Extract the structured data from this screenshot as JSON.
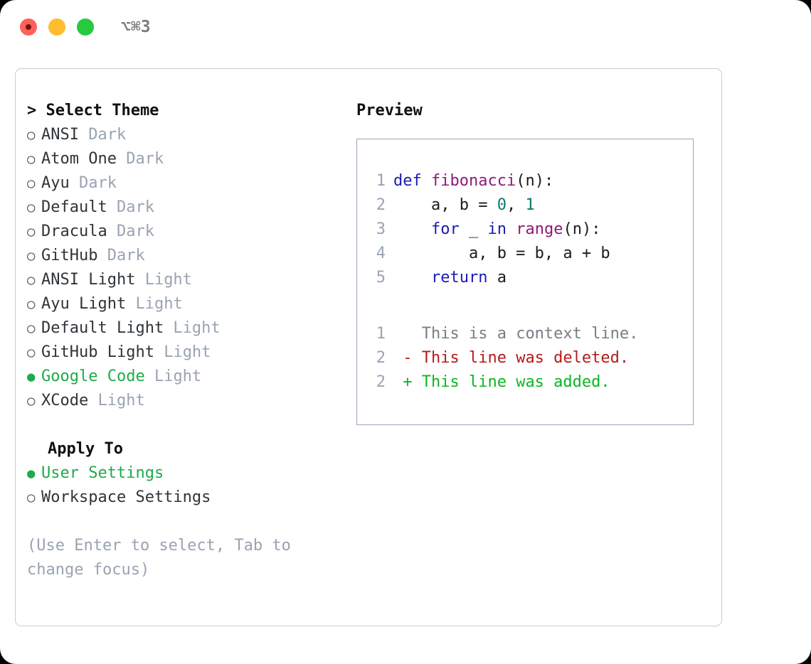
{
  "titlebar": {
    "shortcut": "⌥⌘3",
    "buttons": {
      "close": "close",
      "minimize": "minimize",
      "maximize": "maximize"
    }
  },
  "theme_picker": {
    "heading": "> Select Theme",
    "bullet_unselected": "○",
    "bullet_selected": "●",
    "items": [
      {
        "label": "ANSI",
        "variant": "Dark",
        "selected": false
      },
      {
        "label": "Atom One",
        "variant": "Dark",
        "selected": false
      },
      {
        "label": "Ayu",
        "variant": "Dark",
        "selected": false
      },
      {
        "label": "Default",
        "variant": "Dark",
        "selected": false
      },
      {
        "label": "Dracula",
        "variant": "Dark",
        "selected": false
      },
      {
        "label": "GitHub",
        "variant": "Dark",
        "selected": false
      },
      {
        "label": "ANSI Light",
        "variant": "Light",
        "selected": false
      },
      {
        "label": "Ayu Light",
        "variant": "Light",
        "selected": false
      },
      {
        "label": "Default Light",
        "variant": "Light",
        "selected": false
      },
      {
        "label": "GitHub Light",
        "variant": "Light",
        "selected": false
      },
      {
        "label": "Google Code",
        "variant": "Light",
        "selected": true
      },
      {
        "label": "XCode",
        "variant": "Light",
        "selected": false
      }
    ]
  },
  "apply_to": {
    "heading": "Apply To",
    "items": [
      {
        "label": "User Settings",
        "selected": true
      },
      {
        "label": "Workspace Settings",
        "selected": false
      }
    ]
  },
  "hint": "(Use Enter to select, Tab to change focus)",
  "preview": {
    "heading": "Preview",
    "code_lines": [
      {
        "number": "1",
        "tokens": [
          {
            "text": "def ",
            "type": "kw"
          },
          {
            "text": "fibonacci",
            "type": "fn"
          },
          {
            "text": "(n):",
            "type": "plain"
          }
        ]
      },
      {
        "number": "2",
        "tokens": [
          {
            "text": "    a, b = ",
            "type": "plain"
          },
          {
            "text": "0",
            "type": "num"
          },
          {
            "text": ", ",
            "type": "plain"
          },
          {
            "text": "1",
            "type": "num"
          }
        ]
      },
      {
        "number": "3",
        "tokens": [
          {
            "text": "    ",
            "type": "plain"
          },
          {
            "text": "for",
            "type": "kw"
          },
          {
            "text": " _ ",
            "type": "plain"
          },
          {
            "text": "in",
            "type": "kw"
          },
          {
            "text": " ",
            "type": "plain"
          },
          {
            "text": "range",
            "type": "fn"
          },
          {
            "text": "(n):",
            "type": "plain"
          }
        ]
      },
      {
        "number": "4",
        "tokens": [
          {
            "text": "        a, b = b, a + b",
            "type": "plain"
          }
        ]
      },
      {
        "number": "5",
        "tokens": [
          {
            "text": "    ",
            "type": "plain"
          },
          {
            "text": "return",
            "type": "kw"
          },
          {
            "text": " a",
            "type": "plain"
          }
        ]
      }
    ],
    "diff_lines": [
      {
        "number": "1",
        "marker": " ",
        "text": " This is a context line.",
        "kind": "context"
      },
      {
        "number": "2",
        "marker": "-",
        "text": " This line was deleted.",
        "kind": "deleted"
      },
      {
        "number": "2",
        "marker": "+",
        "text": " This line was added.",
        "kind": "added"
      }
    ]
  },
  "colors": {
    "accent_green": "#1faa4b",
    "muted": "#9aa3b2",
    "keyword": "#1a1ab4",
    "function": "#8e1a78",
    "number": "#0b7a70",
    "diff_add": "#0bb524",
    "diff_del": "#b61a1a",
    "panel_border": "#c9ccd4",
    "preview_border": "#9aa5b8",
    "traffic_red": "#ff6059",
    "traffic_yellow": "#ffbd2e",
    "traffic_green": "#28c840"
  }
}
